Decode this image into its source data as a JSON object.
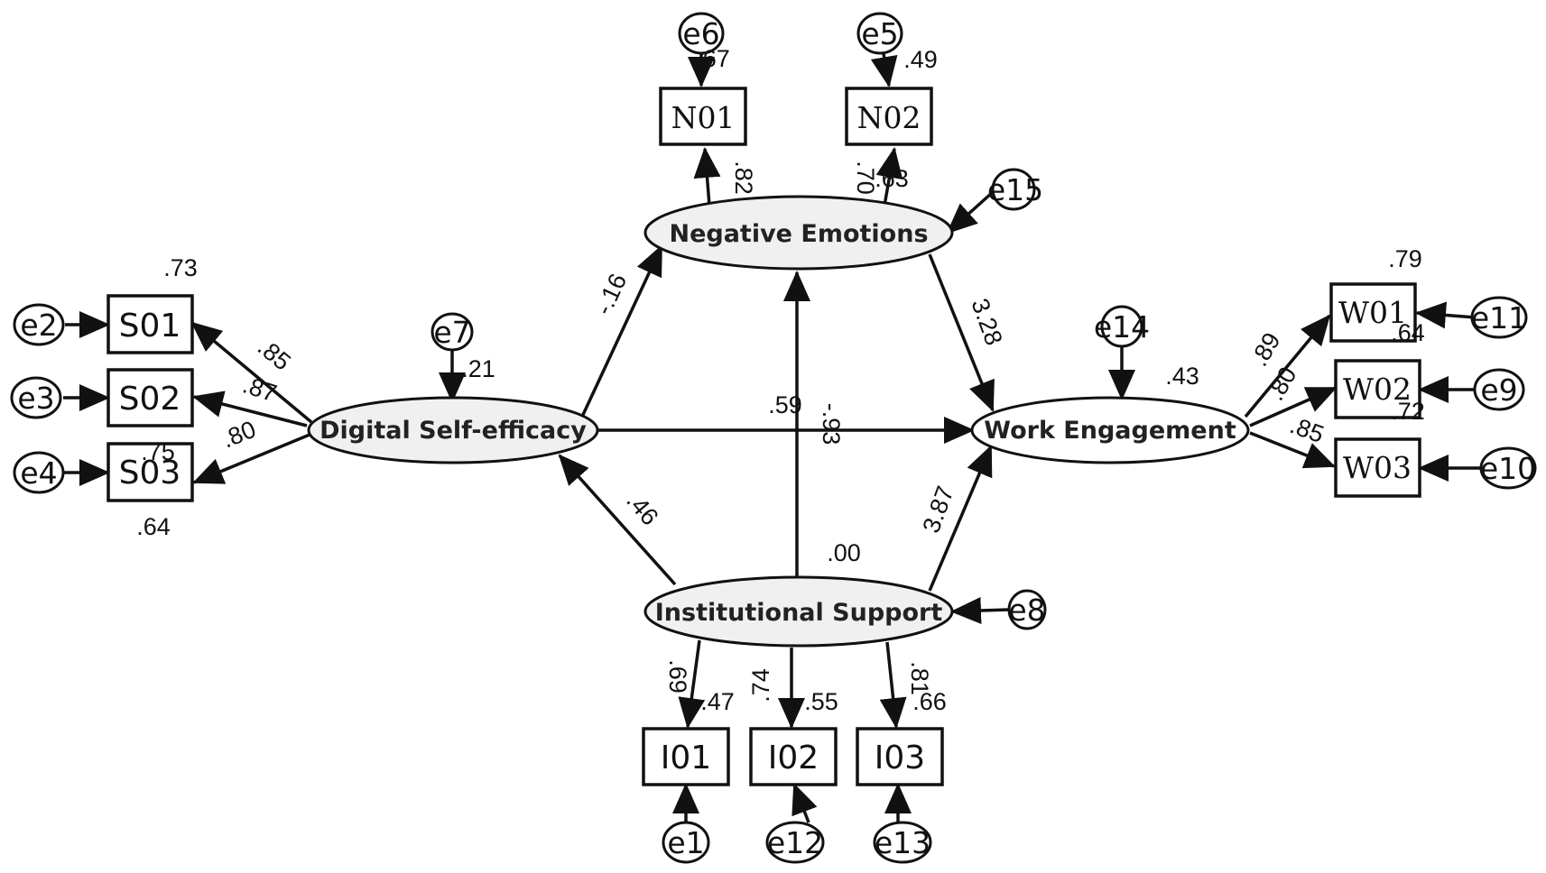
{
  "latents": [
    {
      "id": "DSE",
      "label": "Digital Self-efficacy"
    },
    {
      "id": "NE",
      "label": "Negative Emotions"
    },
    {
      "id": "WE",
      "label": "Work Engagement"
    },
    {
      "id": "IS",
      "label": "Institutional Support"
    }
  ],
  "observed": [
    {
      "id": "S01",
      "label": "S01"
    },
    {
      "id": "S02",
      "label": "S02"
    },
    {
      "id": "S03",
      "label": "S03"
    },
    {
      "id": "N01",
      "label": "N01"
    },
    {
      "id": "N02",
      "label": "N02"
    },
    {
      "id": "W01",
      "label": "W01"
    },
    {
      "id": "W02",
      "label": "W02"
    },
    {
      "id": "W03",
      "label": "W03"
    },
    {
      "id": "I01",
      "label": "I01"
    },
    {
      "id": "I02",
      "label": "I02"
    },
    {
      "id": "I03",
      "label": "I03"
    }
  ],
  "errors": [
    {
      "id": "e1",
      "label": "e1"
    },
    {
      "id": "e2",
      "label": "e2"
    },
    {
      "id": "e3",
      "label": "e3"
    },
    {
      "id": "e4",
      "label": "e4"
    },
    {
      "id": "e5",
      "label": "e5"
    },
    {
      "id": "e6",
      "label": "e6"
    },
    {
      "id": "e7",
      "label": "e7"
    },
    {
      "id": "e8",
      "label": "e8"
    },
    {
      "id": "e9",
      "label": "e9"
    },
    {
      "id": "e10",
      "label": "e10"
    },
    {
      "id": "e11",
      "label": "e11"
    },
    {
      "id": "e12",
      "label": "e12"
    },
    {
      "id": "e13",
      "label": "e13"
    },
    {
      "id": "e14",
      "label": "e14"
    },
    {
      "id": "e15",
      "label": "e15"
    }
  ],
  "coefficients": {
    "dse_s01": ".85",
    "dse_s02": ".87",
    "dse_s03": ".80",
    "r2_s01": ".73",
    "r2_s02": ".75",
    "r2_s03": ".64",
    "r2_dse": ".21",
    "dse_ne": "-.16",
    "ne_n01": ".82",
    "ne_n02": ".70",
    "r2_n01": ".67",
    "r2_n02": ".49",
    "r2_ne_overlap": ".63",
    "ne_we": "3.28",
    "dse_we": ".59",
    "is_ne": "-.93",
    "is_dse": ".46",
    "is_we": "3.87",
    "r2_is": ".00",
    "r2_we": ".43",
    "we_w01": ".89",
    "we_w02": ".80",
    "we_w03": ".85",
    "r2_w01": ".79",
    "r2_w02": ".64",
    "r2_w03": ".72",
    "is_i01": ".69",
    "is_i02": ".74",
    "is_i03": ".81",
    "r2_i01": ".47",
    "r2_i02": ".55",
    "r2_i03": ".66"
  }
}
